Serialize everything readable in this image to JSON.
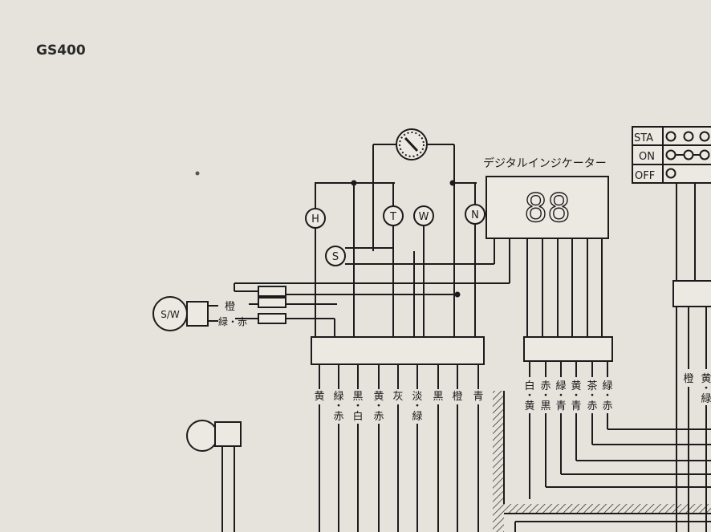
{
  "page": {
    "model": "GS400"
  },
  "indicator": {
    "label": "デジタルインジケーター",
    "digits": "88"
  },
  "ignition_switch": {
    "rows": [
      {
        "label": "STA"
      },
      {
        "label": "ON"
      },
      {
        "label": "OFF"
      }
    ]
  },
  "lamps": {
    "h": "H",
    "t": "T",
    "w": "W",
    "n": "N",
    "s": "S",
    "sw": "S/W"
  },
  "sw_wires": {
    "orange": "橙",
    "green_red": "緑・赤"
  },
  "left_harness": {
    "wires": [
      {
        "top": "黄",
        "bottom": ""
      },
      {
        "top": "緑",
        "bottom": "赤"
      },
      {
        "top": "黒",
        "bottom": "白"
      },
      {
        "top": "黄",
        "bottom": "赤"
      },
      {
        "top": "灰",
        "bottom": ""
      },
      {
        "top": "淡",
        "bottom": "緑"
      },
      {
        "top": "黒",
        "bottom": ""
      },
      {
        "top": "橙",
        "bottom": ""
      },
      {
        "top": "青",
        "bottom": ""
      }
    ]
  },
  "right_harness": {
    "wires": [
      {
        "top": "白",
        "bottom": "黄"
      },
      {
        "top": "赤",
        "bottom": "黒"
      },
      {
        "top": "緑",
        "bottom": "青"
      },
      {
        "top": "黄",
        "bottom": "青"
      },
      {
        "top": "茶",
        "bottom": "赤"
      },
      {
        "top": "緑",
        "bottom": "赤"
      }
    ]
  },
  "far_right_wires": [
    {
      "top": "橙",
      "bottom": ""
    },
    {
      "top": "黄",
      "bottom": "緑"
    }
  ]
}
